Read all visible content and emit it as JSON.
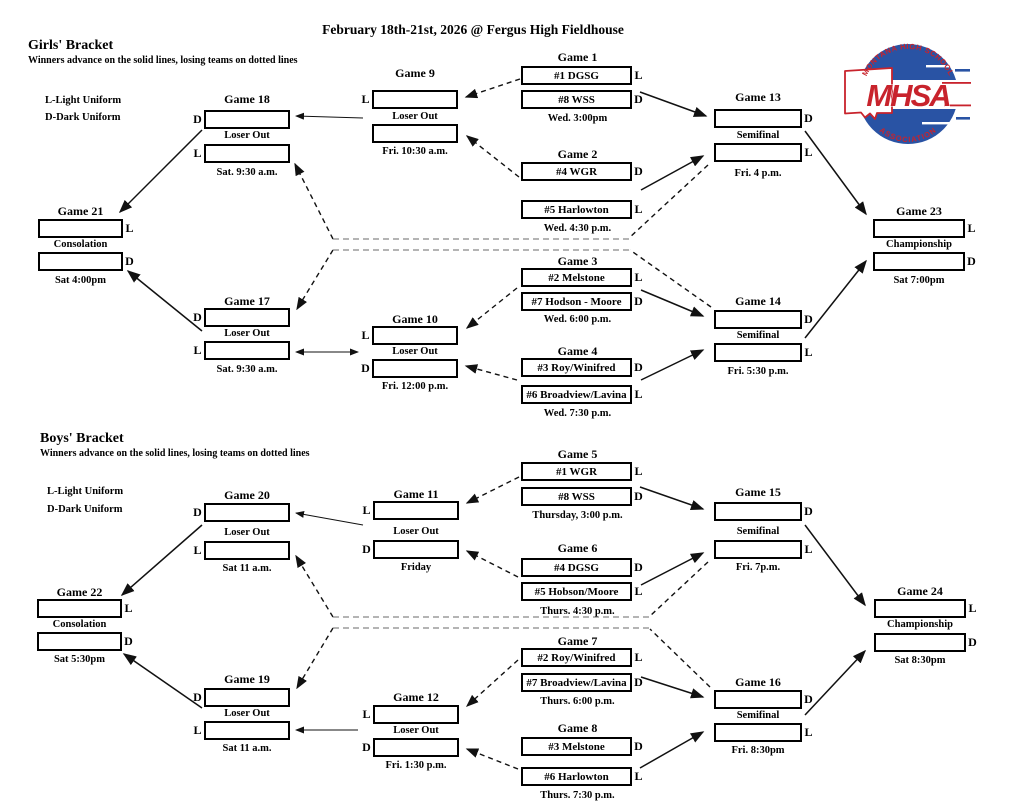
{
  "header": {
    "title": "February 18th-21st, 2026 @ Fergus High Fieldhouse"
  },
  "legend": {
    "light": "L-Light Uniform",
    "dark": "D-Dark Uniform"
  },
  "girls": {
    "heading": "Girls' Bracket",
    "note": "Winners advance on the solid lines, losing teams on dotted lines"
  },
  "boys": {
    "heading": "Boys' Bracket",
    "note": "Winners advance on the solid lines, losing teams on dotted lines"
  },
  "logo": {
    "arc_top": "MONTANA HIGH SCHOOL",
    "main": "MHSA",
    "arc_bottom": "ASSOCIATION"
  },
  "games": {
    "g1": {
      "title": "Game 1",
      "team1": "#1 DGSG",
      "l1": "L",
      "team2": "#8 WSS",
      "l2": "D",
      "time": "Wed. 3:00pm"
    },
    "g2": {
      "title": "Game 2",
      "team1": "#4 WGR",
      "l1": "D",
      "team2": "#5 Harlowton",
      "l2": "L",
      "time": "Wed. 4:30 p.m."
    },
    "g3": {
      "title": "Game 3",
      "team1": "#2 Melstone",
      "l1": "L",
      "team2": "#7 Hodson - Moore",
      "l2": "D",
      "time": "Wed. 6:00 p.m."
    },
    "g4": {
      "title": "Game 4",
      "team1": "#3 Roy/Winifred",
      "l1": "D",
      "team2": "#6 Broadview/Lavina",
      "l2": "L",
      "time": "Wed. 7:30 p.m."
    },
    "g5": {
      "title": "Game 5",
      "team1": "#1 WGR",
      "l1": "L",
      "team2": "#8 WSS",
      "l2": "D",
      "time": "Thursday, 3:00 p.m."
    },
    "g6": {
      "title": "Game 6",
      "team1": "#4 DGSG",
      "l1": "D",
      "team2": "#5 Hobson/Moore",
      "l2": "L",
      "time": "Thurs. 4:30 p.m."
    },
    "g7": {
      "title": "Game 7",
      "team1": "#2 Roy/Winifred",
      "l1": "L",
      "team2": "#7 Broadview/Lavina",
      "l2": "D",
      "time": "Thurs. 6:00 p.m."
    },
    "g8": {
      "title": "Game 8",
      "team1": "#3 Melstone",
      "l1": "D",
      "team2": "#6 Harlowton",
      "l2": "L",
      "time": "Thurs. 7:30 p.m."
    },
    "g9": {
      "title": "Game 9",
      "l1": "L",
      "l2": "",
      "mid": "Loser Out",
      "time": "Fri. 10:30 a.m."
    },
    "g10": {
      "title": "Game 10",
      "l1": "L",
      "l2": "D",
      "mid": "Loser Out",
      "time": "Fri. 12:00 p.m."
    },
    "g11": {
      "title": "Game 11",
      "l1": "L",
      "l2": "D",
      "mid": "Loser Out",
      "time": "Friday"
    },
    "g12": {
      "title": "Game 12",
      "l1": "L",
      "l2": "D",
      "mid": "Loser Out",
      "time": "Fri. 1:30 p.m."
    },
    "g13": {
      "title": "Game 13",
      "l1": "D",
      "l2": "L",
      "mid": "Semifinal",
      "time": "Fri. 4 p.m."
    },
    "g14": {
      "title": "Game 14",
      "l1": "D",
      "l2": "L",
      "mid": "Semifinal",
      "time": "Fri. 5:30 p.m."
    },
    "g15": {
      "title": "Game 15",
      "l1": "D",
      "l2": "L",
      "mid": "Semifinal",
      "time": "Fri. 7p.m."
    },
    "g16": {
      "title": "Game 16",
      "l1": "D",
      "l2": "L",
      "mid": "Semifinal",
      "time": "Fri. 8:30pm"
    },
    "g17": {
      "title": "Game 17",
      "l1": "D",
      "l2": "L",
      "mid": "Loser Out",
      "time": "Sat. 9:30 a.m."
    },
    "g18": {
      "title": "Game 18",
      "l1": "D",
      "l2": "L",
      "mid": "Loser Out",
      "time": "Sat. 9:30 a.m."
    },
    "g19": {
      "title": "Game 19",
      "l1": "D",
      "l2": "L",
      "mid": "Loser Out",
      "time": "Sat 11 a.m."
    },
    "g20": {
      "title": "Game 20",
      "l1": "D",
      "l2": "L",
      "mid": "Loser Out",
      "time": "Sat 11 a.m."
    },
    "g21": {
      "title": "Game 21",
      "l1": "L",
      "l2": "D",
      "mid": "Consolation",
      "time": "Sat 4:00pm"
    },
    "g22": {
      "title": "Game 22",
      "l1": "L",
      "l2": "D",
      "mid": "Consolation",
      "time": "Sat 5:30pm"
    },
    "g23": {
      "title": "Game 23",
      "l1": "L",
      "l2": "D",
      "mid": "Championship",
      "time": "Sat 7:00pm"
    },
    "g24": {
      "title": "Game 24",
      "l1": "L",
      "l2": "D",
      "mid": "Championship",
      "time": "Sat 8:30pm"
    }
  }
}
